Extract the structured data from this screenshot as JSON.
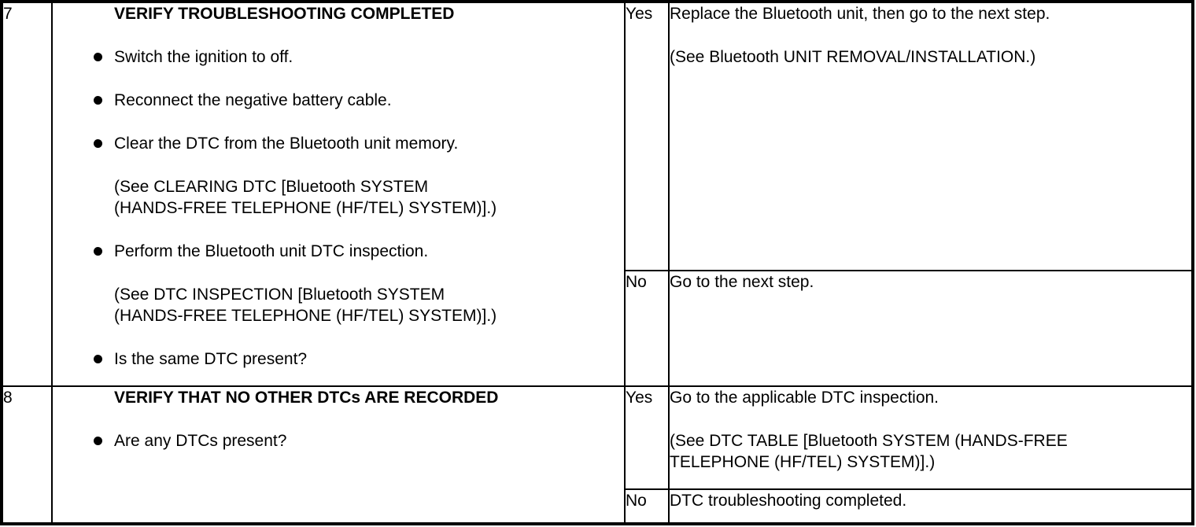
{
  "table": {
    "column_roles": [
      "step-number",
      "action",
      "answer",
      "result"
    ],
    "steps": [
      {
        "number": "7",
        "title": "VERIFY TROUBLESHOOTING COMPLETED",
        "items": [
          {
            "bullet": "Switch the ignition to off."
          },
          {
            "bullet": "Reconnect the negative battery cable."
          },
          {
            "bullet": "Clear the DTC from the Bluetooth unit memory."
          },
          {
            "note": [
              "(See CLEARING DTC [Bluetooth SYSTEM",
              "(HANDS-FREE TELEPHONE (HF/TEL) SYSTEM)].)"
            ]
          },
          {
            "bullet": "Perform the Bluetooth unit DTC inspection."
          },
          {
            "note": [
              "(See DTC INSPECTION [Bluetooth SYSTEM",
              "(HANDS-FREE TELEPHONE (HF/TEL) SYSTEM)].)"
            ]
          },
          {
            "bullet": "Is the same DTC present?"
          }
        ],
        "results": [
          {
            "answer": "Yes",
            "paragraphs": [
              [
                "Replace the Bluetooth unit, then go to the next step."
              ],
              [
                "(See Bluetooth UNIT REMOVAL/INSTALLATION.)"
              ]
            ]
          },
          {
            "answer": "No",
            "paragraphs": [
              [
                "Go to the next step."
              ]
            ]
          }
        ]
      },
      {
        "number": "8",
        "title": "VERIFY THAT NO OTHER DTCs ARE RECORDED",
        "items": [
          {
            "bullet": "Are any DTCs present?"
          }
        ],
        "results": [
          {
            "answer": "Yes",
            "paragraphs": [
              [
                "Go to the applicable DTC inspection."
              ],
              [
                "(See DTC TABLE [Bluetooth SYSTEM (HANDS-FREE",
                "TELEPHONE (HF/TEL) SYSTEM)].)"
              ]
            ]
          },
          {
            "answer": "No",
            "paragraphs": [
              [
                "DTC troubleshooting completed."
              ]
            ]
          }
        ]
      }
    ],
    "colors": {
      "border": "#000000",
      "text": "#000000",
      "background": "#ffffff"
    }
  }
}
